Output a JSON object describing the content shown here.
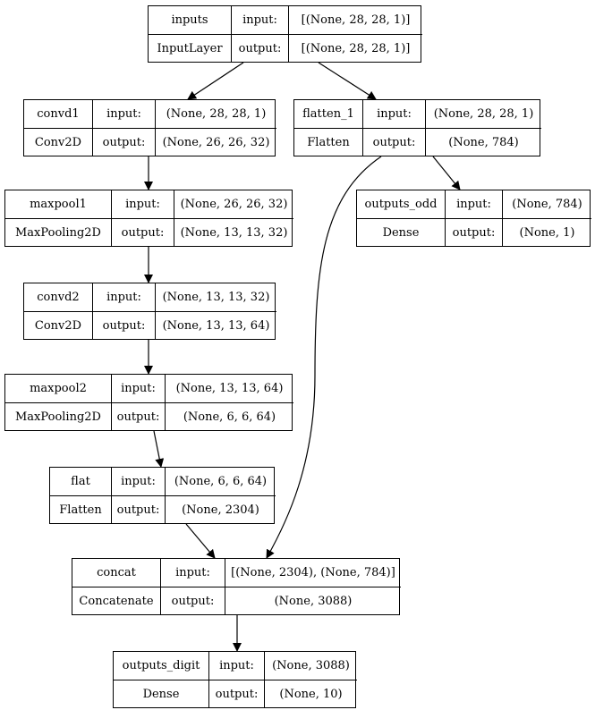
{
  "nodes": [
    {
      "id": "inputs",
      "name": "inputs",
      "type": "InputLayer",
      "input_label": "input:",
      "output_label": "output:",
      "input": "[(None, 28, 28, 1)]",
      "output": "[(None, 28, 28, 1)]"
    },
    {
      "id": "convd1",
      "name": "convd1",
      "type": "Conv2D",
      "input_label": "input:",
      "output_label": "output:",
      "input": "(None, 28, 28, 1)",
      "output": "(None, 26, 26, 32)"
    },
    {
      "id": "flatten_1",
      "name": "flatten_1",
      "type": "Flatten",
      "input_label": "input:",
      "output_label": "output:",
      "input": "(None, 28, 28, 1)",
      "output": "(None, 784)"
    },
    {
      "id": "maxpool1",
      "name": "maxpool1",
      "type": "MaxPooling2D",
      "input_label": "input:",
      "output_label": "output:",
      "input": "(None, 26, 26, 32)",
      "output": "(None, 13, 13, 32)"
    },
    {
      "id": "outputs_odd",
      "name": "outputs_odd",
      "type": "Dense",
      "input_label": "input:",
      "output_label": "output:",
      "input": "(None, 784)",
      "output": "(None, 1)"
    },
    {
      "id": "convd2",
      "name": "convd2",
      "type": "Conv2D",
      "input_label": "input:",
      "output_label": "output:",
      "input": "(None, 13, 13, 32)",
      "output": "(None, 13, 13, 64)"
    },
    {
      "id": "maxpool2",
      "name": "maxpool2",
      "type": "MaxPooling2D",
      "input_label": "input:",
      "output_label": "output:",
      "input": "(None, 13, 13, 64)",
      "output": "(None, 6, 6, 64)"
    },
    {
      "id": "flat",
      "name": "flat",
      "type": "Flatten",
      "input_label": "input:",
      "output_label": "output:",
      "input": "(None, 6, 6, 64)",
      "output": "(None, 2304)"
    },
    {
      "id": "concat",
      "name": "concat",
      "type": "Concatenate",
      "input_label": "input:",
      "output_label": "output:",
      "input": "[(None, 2304), (None, 784)]",
      "output": "(None, 3088)"
    },
    {
      "id": "outputs_digit",
      "name": "outputs_digit",
      "type": "Dense",
      "input_label": "input:",
      "output_label": "output:",
      "input": "(None, 3088)",
      "output": "(None, 10)"
    }
  ],
  "edges": [
    {
      "from": "inputs",
      "to": "convd1"
    },
    {
      "from": "inputs",
      "to": "flatten_1"
    },
    {
      "from": "convd1",
      "to": "maxpool1"
    },
    {
      "from": "flatten_1",
      "to": "outputs_odd"
    },
    {
      "from": "flatten_1",
      "to": "concat"
    },
    {
      "from": "maxpool1",
      "to": "convd2"
    },
    {
      "from": "convd2",
      "to": "maxpool2"
    },
    {
      "from": "maxpool2",
      "to": "flat"
    },
    {
      "from": "flat",
      "to": "concat"
    },
    {
      "from": "concat",
      "to": "outputs_digit"
    }
  ]
}
